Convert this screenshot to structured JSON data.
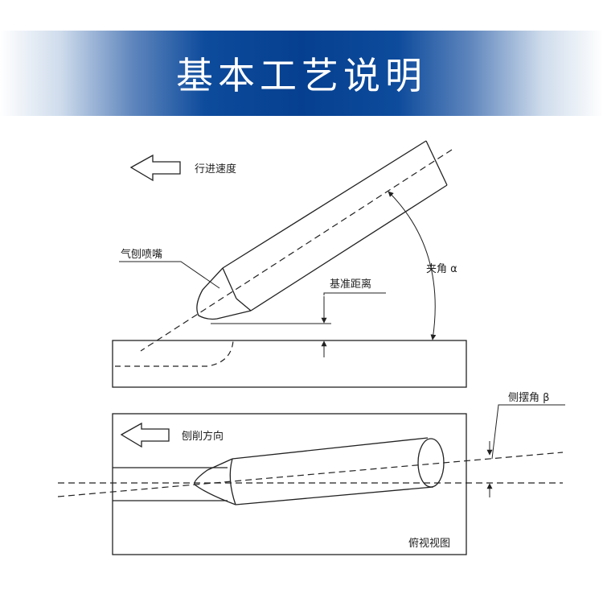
{
  "header": {
    "title": "基本工艺说明"
  },
  "labels": {
    "travel_speed": "行进速度",
    "nozzle": "气刨喷嘴",
    "angle_alpha": "夹角 α",
    "reference_distance": "基准距离",
    "side_angle_beta": "侧摆角 β",
    "gouging_direction": "刨削方向",
    "top_view": "俯视视图"
  },
  "colors": {
    "banner": "#063f8f",
    "line": "#222222",
    "banner_text": "#ffffff"
  }
}
